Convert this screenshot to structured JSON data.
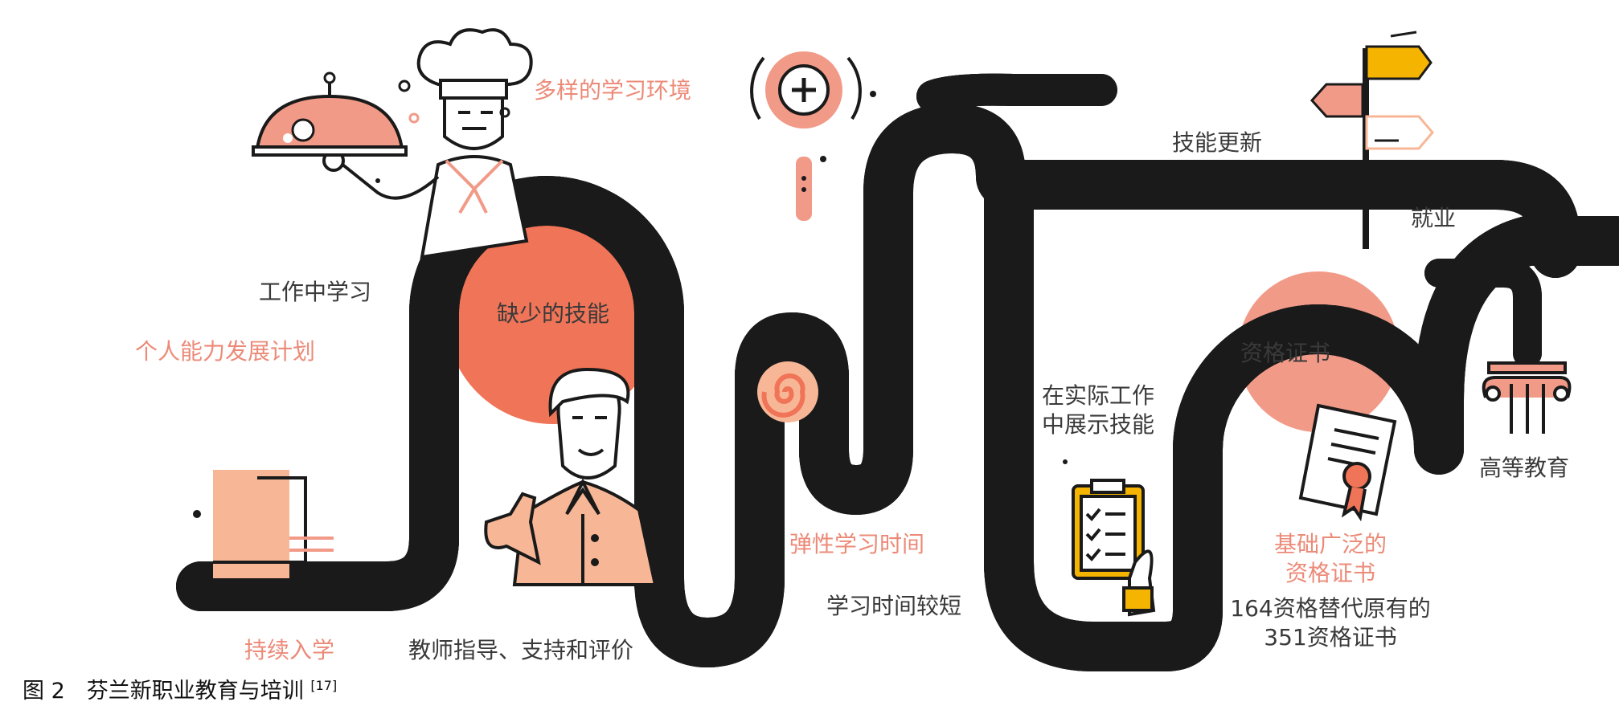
{
  "colors": {
    "accent": "#f07457",
    "accent_light": "#f29a88",
    "peach": "#f7b797",
    "yellow": "#f4b400",
    "ink": "#1a1a1a",
    "label_dark": "#3a3a3a",
    "label_salmon": "#ec8a78"
  },
  "icons": [
    "chef-icon",
    "serving-cloche-icon",
    "magnifier-plus-icon",
    "signpost-icon",
    "column-icon",
    "teacher-thumbs-up-icon",
    "spiral-icon",
    "checklist-clipboard-icon",
    "certificate-scroll-icon",
    "door-icon"
  ],
  "labels": {
    "diverse_env": "多样的学习环境",
    "work_learning": "工作中学习",
    "personal_plan": "个人能力发展计划",
    "missing_skills": "缺少的技能",
    "continuous_enroll": "持续入学",
    "teacher_guidance": "教师指导、支持和评价",
    "flexible_time": "弹性学习时间",
    "short_time": "学习时间较短",
    "skill_update": "技能更新",
    "employment": "就业",
    "demonstrate_line1": "在实际工作",
    "demonstrate_line2": "中展示技能",
    "qualification": "资格证书",
    "broad_line1": "基础广泛的",
    "broad_line2": "资格证书",
    "replace_line1": "164资格替代原有的",
    "replace_line2": "351资格证书",
    "higher_edu": "高等教育"
  },
  "caption": {
    "text": "图 2　芬兰新职业教育与培训",
    "ref": "[17]"
  }
}
